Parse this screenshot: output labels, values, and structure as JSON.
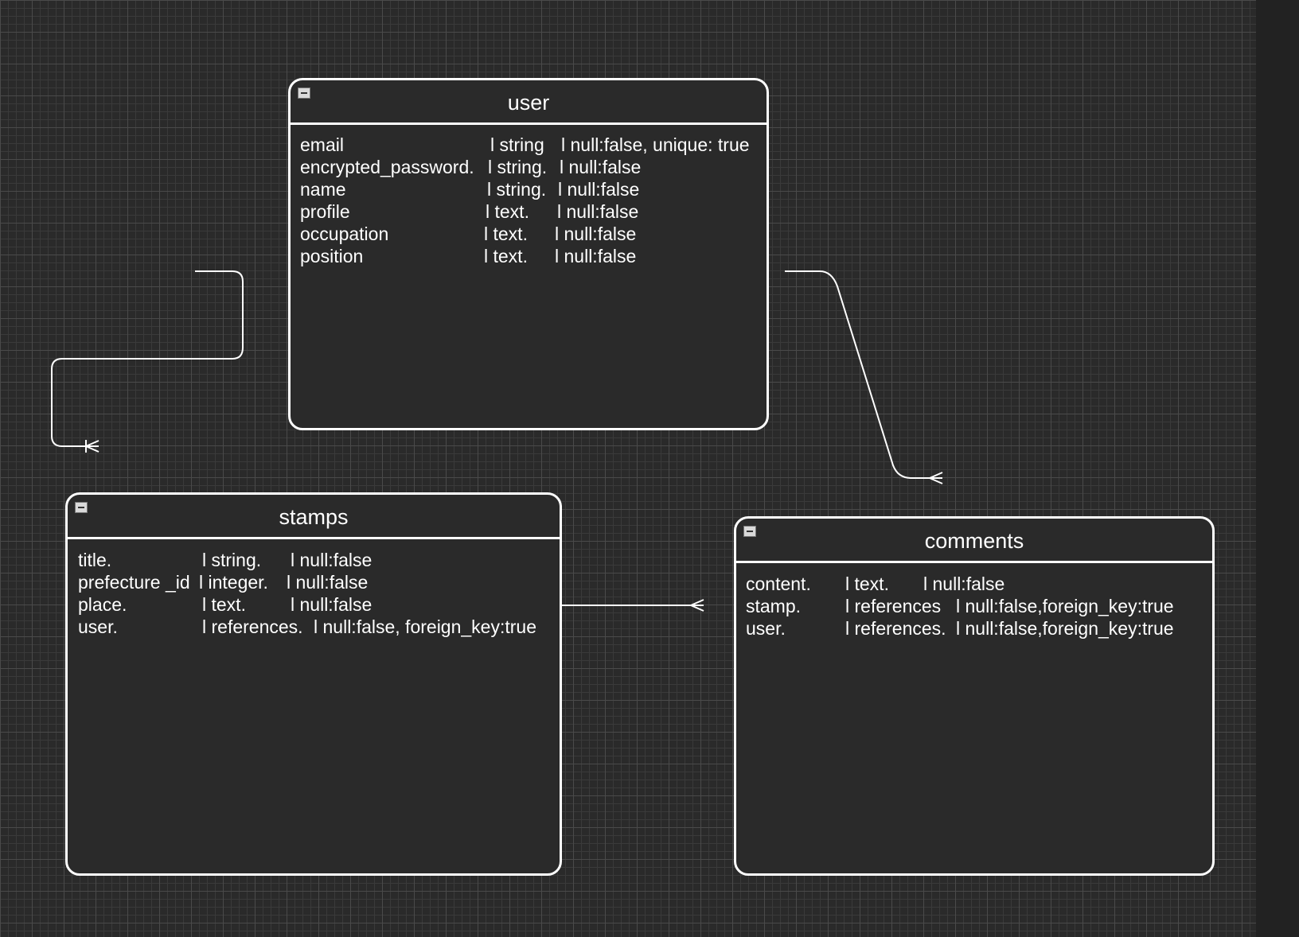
{
  "entities": {
    "user": {
      "title": "user",
      "rows": [
        {
          "name": "email",
          "type": "l string",
          "opts": "l null:false, unique: true"
        },
        {
          "name": "encrypted_password.",
          "type": "l string.",
          "opts": "l null:false"
        },
        {
          "name": "name",
          "type": "l string.",
          "opts": "l null:false"
        },
        {
          "name": "profile",
          "type": "l text.",
          "opts": "l null:false"
        },
        {
          "name": "occupation",
          "type": "l text.",
          "opts": "l null:false"
        },
        {
          "name": "position",
          "type": "l text.",
          "opts": "l null:false"
        }
      ]
    },
    "stamps": {
      "title": "stamps",
      "rows": [
        {
          "name": "title.",
          "type": "l string.",
          "opts": "l null:false"
        },
        {
          "name": "prefecture _id",
          "type": "l  integer.",
          "opts": "l null:false"
        },
        {
          "name": "place.",
          "type": "l  text.",
          "opts": "l null:false"
        },
        {
          "name": "user.",
          "type": "l references.",
          "opts": "l null:false, foreign_key:true"
        }
      ]
    },
    "comments": {
      "title": "comments",
      "rows": [
        {
          "name": "content.",
          "type": "l text.",
          "opts": "l null:false"
        },
        {
          "name": "stamp.",
          "type": "l references",
          "opts": "l null:false,foreign_key:true"
        },
        {
          "name": "user.",
          "type": "l references.",
          "opts": "l null:false,foreign_key:true"
        }
      ]
    }
  },
  "colors": {
    "background": "#2a2a2a",
    "grid": "#4a4a4a",
    "stroke": "#ffffff"
  }
}
